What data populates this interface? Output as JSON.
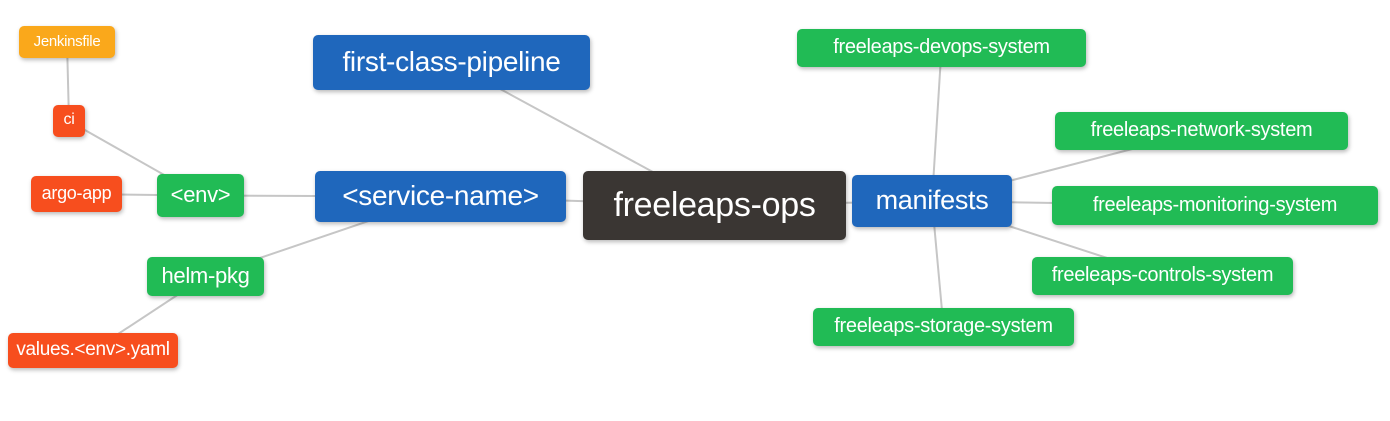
{
  "diagram": {
    "kind": "mindmap",
    "background": "#FFFFFF"
  },
  "colors": {
    "blue": "#1F67BC",
    "green": "#21BB55",
    "orange": "#FAA81B",
    "red": "#F74E1E",
    "dark": "#3A3633",
    "edge": "#C6C6C6",
    "text": "#FFFFFF"
  },
  "nodes": [
    {
      "id": "jenkinsfile",
      "label": "Jenkinsfile",
      "color": "orange"
    },
    {
      "id": "ci",
      "label": "ci",
      "color": "red"
    },
    {
      "id": "argo-app",
      "label": "argo-app",
      "color": "red"
    },
    {
      "id": "env",
      "label": "<env>",
      "color": "green"
    },
    {
      "id": "helm-pkg",
      "label": "helm-pkg",
      "color": "green"
    },
    {
      "id": "values-env-yaml",
      "label": "values.<env>.yaml",
      "color": "red"
    },
    {
      "id": "first-class-pipeline",
      "label": "first-class-pipeline",
      "color": "blue"
    },
    {
      "id": "service-name",
      "label": "<service-name>",
      "color": "blue"
    },
    {
      "id": "freeleaps-ops",
      "label": "freeleaps-ops",
      "color": "dark"
    },
    {
      "id": "manifests",
      "label": "manifests",
      "color": "blue"
    },
    {
      "id": "freeleaps-devops-system",
      "label": "freeleaps-devops-system",
      "color": "green"
    },
    {
      "id": "freeleaps-network-system",
      "label": "freeleaps-network-system",
      "color": "green"
    },
    {
      "id": "freeleaps-monitoring-system",
      "label": "freeleaps-monitoring-system",
      "color": "green"
    },
    {
      "id": "freeleaps-controls-system",
      "label": "freeleaps-controls-system",
      "color": "green"
    },
    {
      "id": "freeleaps-storage-system",
      "label": "freeleaps-storage-system",
      "color": "green"
    }
  ],
  "edges": [
    [
      "jenkinsfile",
      "ci"
    ],
    [
      "ci",
      "env"
    ],
    [
      "argo-app",
      "env"
    ],
    [
      "env",
      "service-name"
    ],
    [
      "values-env-yaml",
      "helm-pkg"
    ],
    [
      "helm-pkg",
      "service-name"
    ],
    [
      "first-class-pipeline",
      "freeleaps-ops"
    ],
    [
      "service-name",
      "freeleaps-ops"
    ],
    [
      "freeleaps-ops",
      "manifests"
    ],
    [
      "manifests",
      "freeleaps-devops-system"
    ],
    [
      "manifests",
      "freeleaps-network-system"
    ],
    [
      "manifests",
      "freeleaps-monitoring-system"
    ],
    [
      "manifests",
      "freeleaps-controls-system"
    ],
    [
      "manifests",
      "freeleaps-storage-system"
    ]
  ]
}
